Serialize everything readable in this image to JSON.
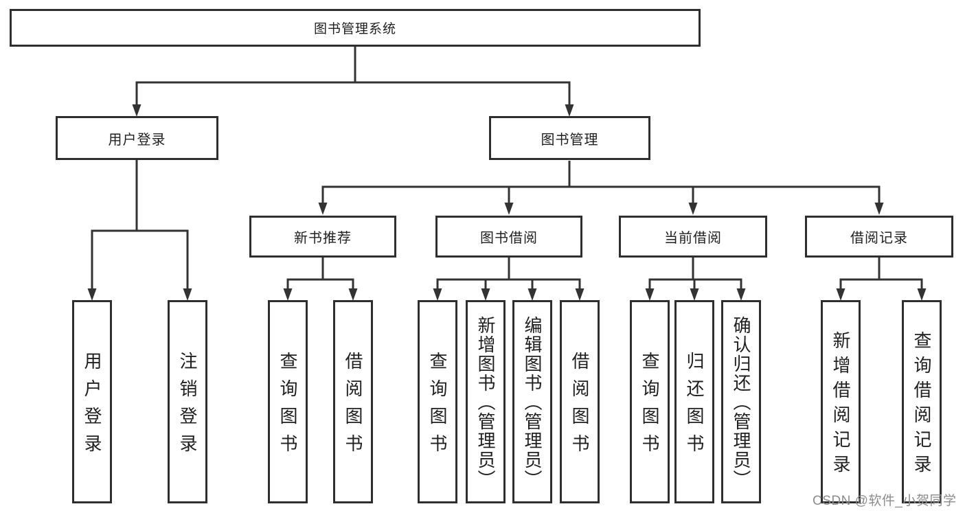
{
  "tree": {
    "root": {
      "label": "图书管理系统"
    },
    "level2": [
      {
        "label": "用户登录"
      },
      {
        "label": "图书管理"
      }
    ],
    "level3": [
      {
        "label": "新书推荐"
      },
      {
        "label": "图书借阅"
      },
      {
        "label": "当前借阅"
      },
      {
        "label": "借阅记录"
      }
    ],
    "leaves": [
      {
        "label": "用户登录"
      },
      {
        "label": "注销登录"
      },
      {
        "label": "查询图书"
      },
      {
        "label": "借阅图书"
      },
      {
        "label": "查询图书"
      },
      {
        "label": "新增图书（管理员）"
      },
      {
        "label": "编辑图书（管理员）"
      },
      {
        "label": "借阅图书"
      },
      {
        "label": "查询图书"
      },
      {
        "label": "归还图书"
      },
      {
        "label": "确认归还（管理员）"
      },
      {
        "label": "新增借阅记录"
      },
      {
        "label": "查询借阅记录"
      }
    ]
  },
  "watermark": {
    "text": "CSDN @软件_小贺同学",
    "color": "#8c8c8c"
  },
  "colors": {
    "background": "#ffffff",
    "box_fill": "#ffffff",
    "box_border": "#2e2e2e",
    "text": "#1f1f1f",
    "connector": "#333333"
  }
}
